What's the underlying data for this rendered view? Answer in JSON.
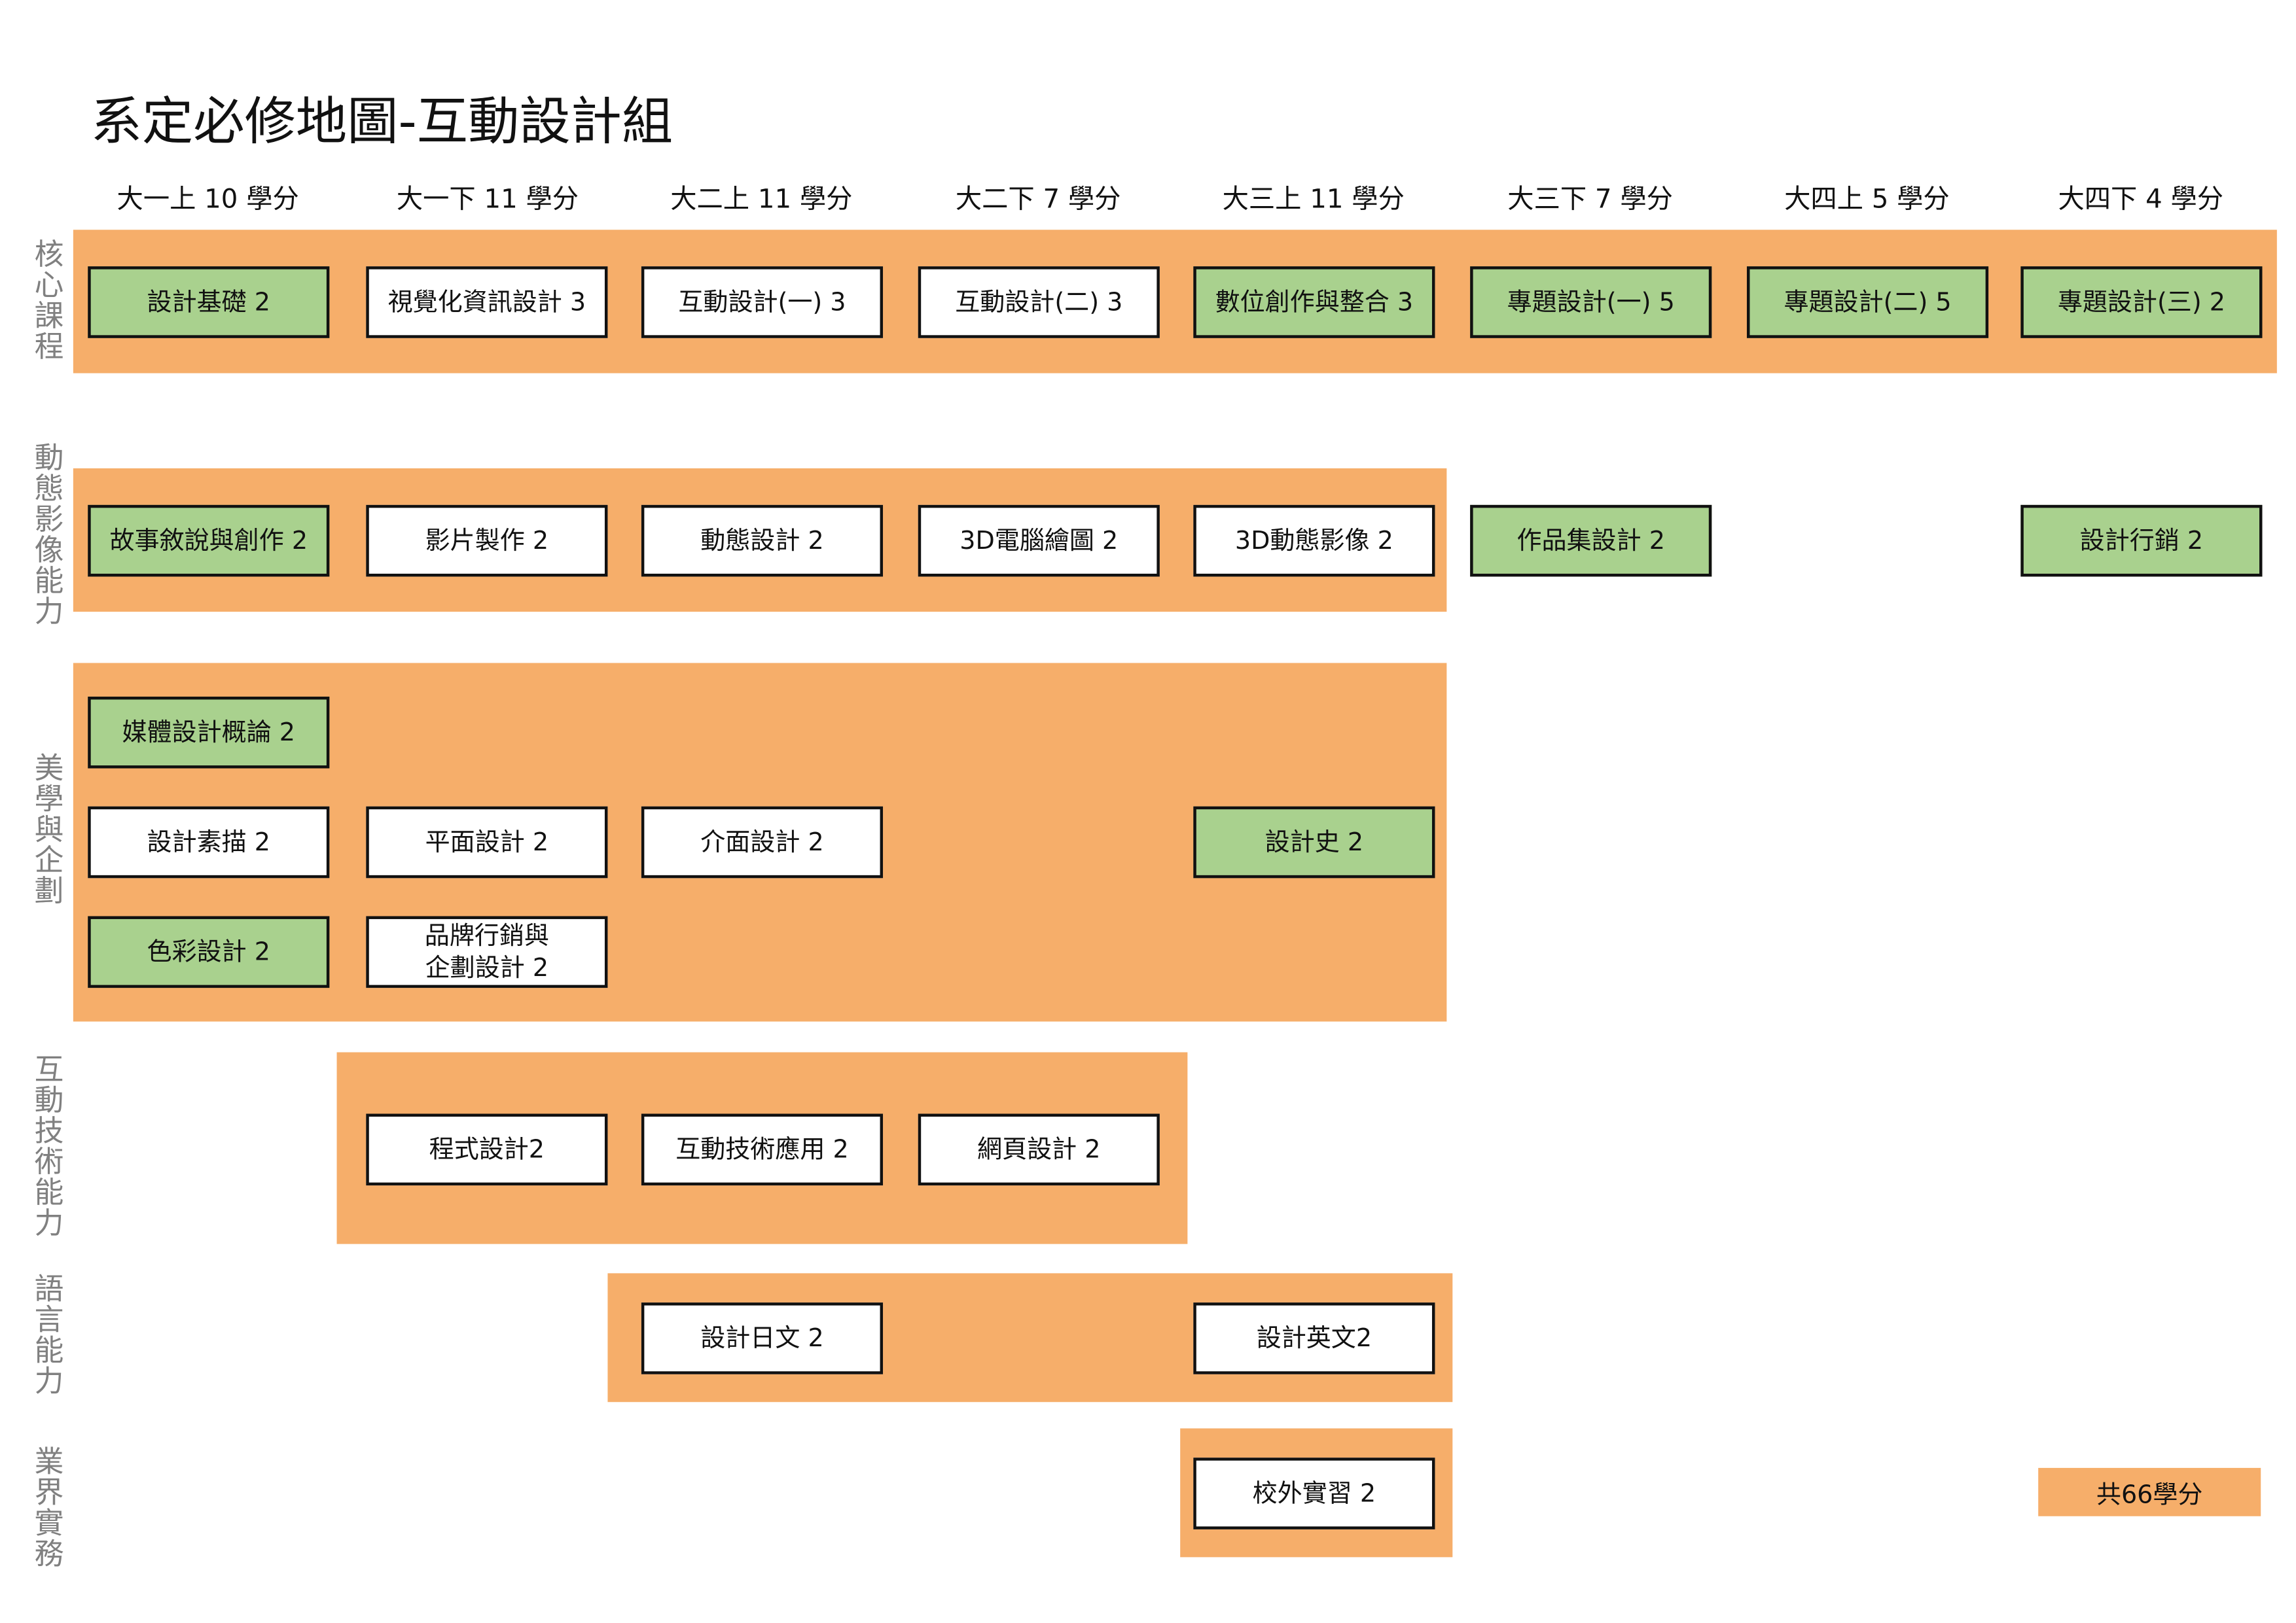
{
  "title": "系定必修地圖-互動設計組",
  "semesters": [
    "大一上 10 學分",
    "大一下 11 學分",
    "大二上 11 學分",
    "大二下 7 學分",
    "大三上 11 學分",
    "大三下 7 學分",
    "大四上 5 學分",
    "大四下 4 學分"
  ],
  "categories": [
    "核心課程",
    "動態影像能力",
    "美學與企劃",
    "互動技術能力",
    "語言能力",
    "業界實務"
  ],
  "courses": {
    "core": [
      {
        "label": "設計基礎 2",
        "green": true
      },
      {
        "label": "視覺化資訊設計 3",
        "green": false
      },
      {
        "label": "互動設計(一) 3",
        "green": false
      },
      {
        "label": "互動設計(二) 3",
        "green": false
      },
      {
        "label": "數位創作與整合 3",
        "green": true
      },
      {
        "label": "專題設計(一) 5",
        "green": true
      },
      {
        "label": "專題設計(二) 5",
        "green": true
      },
      {
        "label": "專題設計(三) 2",
        "green": true
      }
    ],
    "motion": [
      {
        "label": "故事敘說與創作 2",
        "green": true
      },
      {
        "label": "影片製作 2",
        "green": false
      },
      {
        "label": "動態設計 2",
        "green": false
      },
      {
        "label": "3D電腦繪圖 2",
        "green": false
      },
      {
        "label": "3D動態影像 2",
        "green": false
      },
      {
        "label": "作品集設計 2",
        "green": true
      },
      {
        "label": "設計行銷 2",
        "green": true
      }
    ],
    "aesthetics": [
      {
        "label": "媒體設計概論 2",
        "green": true
      },
      {
        "label": "設計素描 2",
        "green": false
      },
      {
        "label": "平面設計 2",
        "green": false
      },
      {
        "label": "介面設計 2",
        "green": false
      },
      {
        "label": "設計史 2",
        "green": true
      },
      {
        "label": "色彩設計 2",
        "green": true
      },
      {
        "label": "品牌行銷與\n企劃設計 2",
        "green": false
      }
    ],
    "tech": [
      {
        "label": "程式設計2",
        "green": false
      },
      {
        "label": "互動技術應用 2",
        "green": false
      },
      {
        "label": "網頁設計 2",
        "green": false
      }
    ],
    "language": [
      {
        "label": "設計日文 2",
        "green": false
      },
      {
        "label": "設計英文2",
        "green": false
      }
    ],
    "industry": [
      {
        "label": "校外實習 2",
        "green": false
      }
    ]
  },
  "total": "共66學分",
  "colors": {
    "band": "#F6AE6A",
    "green": "#A9D18E",
    "label": "#808080"
  }
}
